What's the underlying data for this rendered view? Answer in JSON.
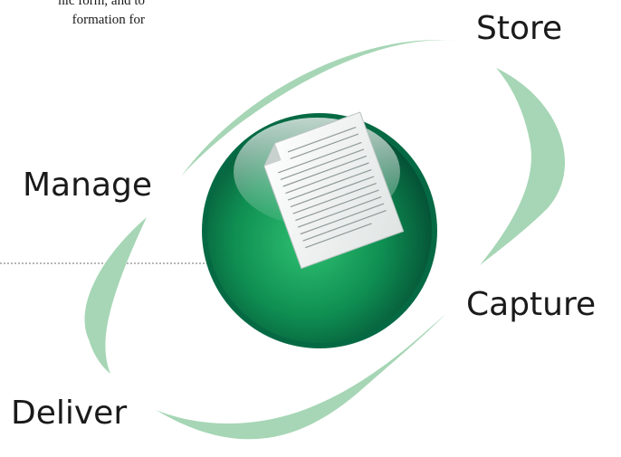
{
  "snippet": {
    "line1": "nic form, and to",
    "line2": "formation for"
  },
  "labels": {
    "store": "Store",
    "manage": "Manage",
    "capture": "Capture",
    "deliver": "Deliver"
  },
  "colors": {
    "arc": "#a6d6b5",
    "sphere_light": "#2dbb6a",
    "sphere_mid": "#0f8f52",
    "sphere_dark": "#04573a",
    "connector": "#8a8a8a"
  },
  "icons": {
    "center": "document-icon"
  }
}
